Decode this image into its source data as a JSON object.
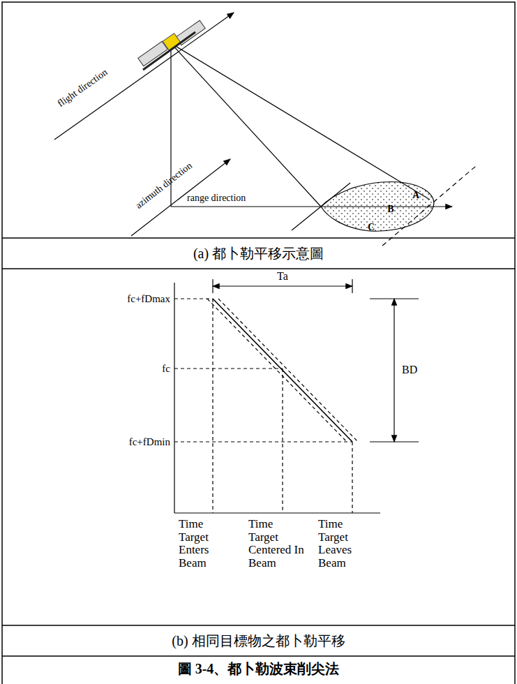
{
  "diagram": {
    "title": "圖 3-4、都卜勒波束削尖法",
    "nodes": [
      {
        "text": [
          "(a) 都卜勒平移示意圖"
        ]
      },
      {
        "text": [
          "(b) 相同目標物之都卜勒平移"
        ]
      }
    ],
    "labels": [
      "flight direction",
      "azimuth direction",
      "range direction",
      "A",
      "B",
      "C",
      "Ta",
      "fc+fDmax",
      "fc",
      "fc+fDmin",
      "BD",
      "Time Target Enters Beam",
      "Time Target Centered In Beam",
      "Time Target Leaves Beam"
    ]
  }
}
